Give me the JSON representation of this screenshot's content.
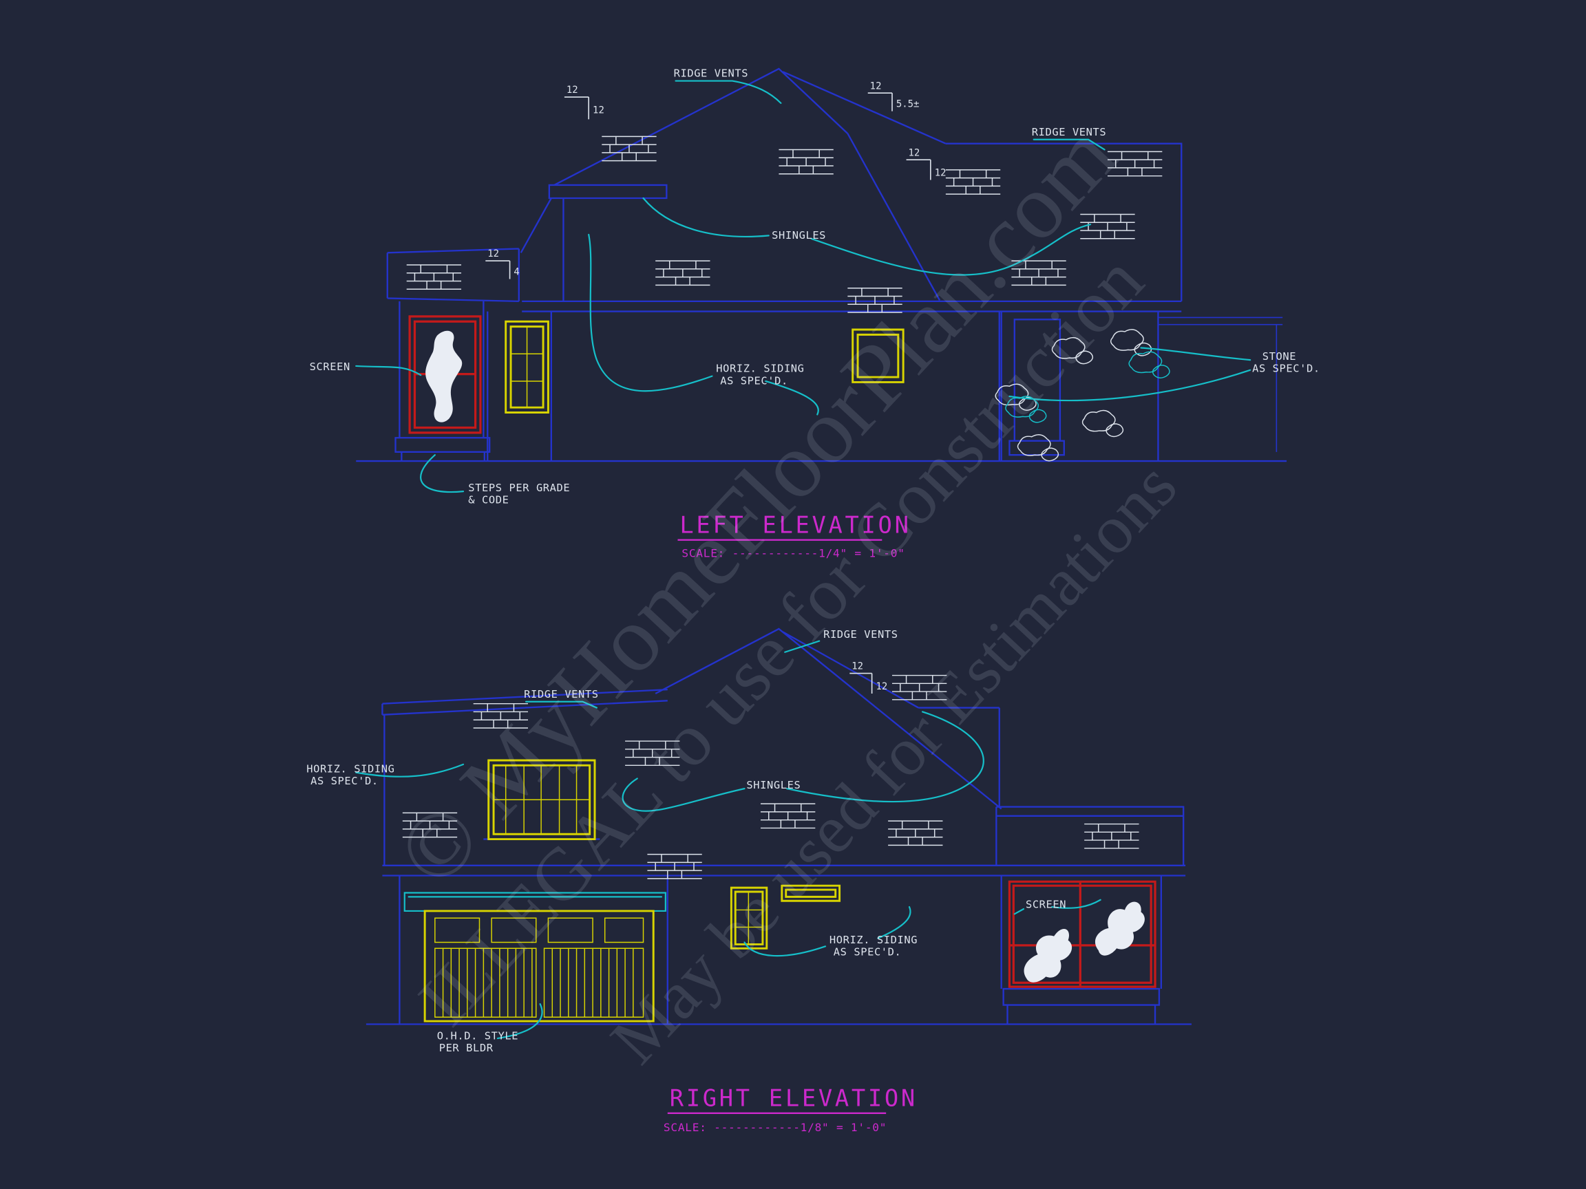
{
  "colors": {
    "background": "#212639",
    "line_blue": "#2433cc",
    "line_cyan": "#16bfc9",
    "line_yellow": "#d8d400",
    "line_red": "#c41a1a",
    "title_magenta": "#cc29cc",
    "annotation_white": "#dde3ec"
  },
  "watermark": {
    "line1": "© MyHomeFloorPlan.com",
    "line2": "ILLEGAL to use for Construction",
    "line3": "May be used for Estimations"
  },
  "left_elevation": {
    "title": "LEFT ELEVATION",
    "scale": "SCALE: ------------1/4\" = 1'-0\"",
    "labels": {
      "ridge_vents_main": "RIDGE VENTS",
      "ridge_vents_right": "RIDGE VENTS",
      "shingles": "SHINGLES",
      "screen": "SCREEN",
      "horiz_siding_1": "HORIZ. SIDING",
      "horiz_siding_2": "AS SPEC'D.",
      "stone_1": "STONE",
      "stone_2": "AS SPEC'D.",
      "steps_1": "STEPS PER GRADE",
      "steps_2": "& CODE"
    },
    "pitch": {
      "left": {
        "run": "12",
        "rise": "12"
      },
      "rear": {
        "run": "12",
        "rise": "5.5±"
      },
      "right": {
        "run": "12",
        "rise": "12"
      },
      "porch": {
        "run": "12",
        "rise": "4"
      }
    }
  },
  "right_elevation": {
    "title": "RIGHT ELEVATION",
    "scale": "SCALE: ------------1/8\" = 1'-0\"",
    "labels": {
      "ridge_vents_main": "RIDGE VENTS",
      "ridge_vents_left": "RIDGE VENTS",
      "shingles": "SHINGLES",
      "screen": "SCREEN",
      "horiz_siding_left_1": "HORIZ. SIDING",
      "horiz_siding_left_2": "AS SPEC'D.",
      "horiz_siding_center_1": "HORIZ. SIDING",
      "horiz_siding_center_2": "AS SPEC'D.",
      "ohd_1": "O.H.D. STYLE",
      "ohd_2": "PER BLDR"
    },
    "pitch": {
      "main": {
        "run": "12",
        "rise": "12"
      }
    }
  }
}
